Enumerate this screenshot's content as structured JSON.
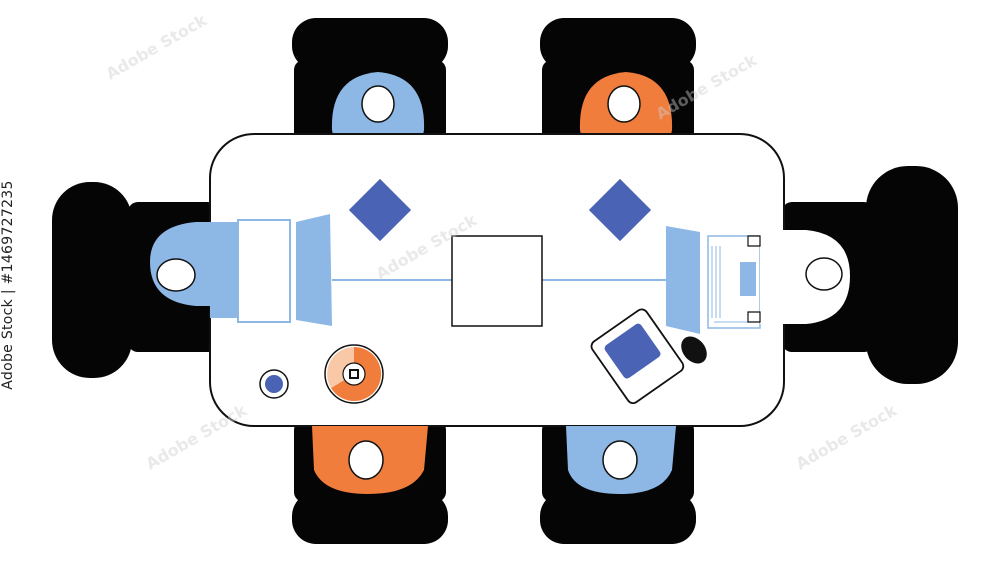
{
  "watermark": {
    "side_text": "Adobe Stock | #1469727235",
    "tile_text": "Adobe Stock"
  },
  "colors": {
    "blue": "#8db8e6",
    "orange": "#f07d3c",
    "navy": "#4a63b4",
    "chair": "#050505",
    "table": "#ffffff",
    "outline": "#111111"
  },
  "scene": {
    "people": [
      {
        "id": "top-left",
        "color": "blue"
      },
      {
        "id": "top-right",
        "color": "orange"
      },
      {
        "id": "left",
        "color": "blue"
      },
      {
        "id": "right",
        "color": "white"
      },
      {
        "id": "bottom-left",
        "color": "orange"
      },
      {
        "id": "bottom-right",
        "color": "blue"
      }
    ],
    "icons": [
      "laptop-icon",
      "tablet-icon",
      "phone-icon",
      "coffee-cup-icon",
      "pie-chart-icon",
      "document-icon",
      "computer-mouse-icon"
    ]
  }
}
